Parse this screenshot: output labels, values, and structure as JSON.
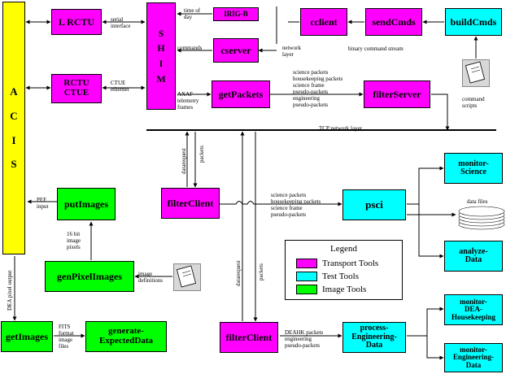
{
  "acis": {
    "letters": [
      "A",
      "C",
      "I",
      "S"
    ]
  },
  "shim": {
    "letters": [
      "S",
      "H",
      "I",
      "M"
    ]
  },
  "boxes": {
    "lrctu": "L RCTU",
    "rctu_ctue": "RCTU\nCTUE",
    "irig_b": "IRIG-B",
    "cserver": "cserver",
    "get_packets": "getPackets",
    "cclient": "cclient",
    "send_cmds": "sendCmds",
    "build_cmds": "buildCmds",
    "filter_server": "filterServer",
    "filter_client_top": "filterClient",
    "filter_client_bottom": "filterClient",
    "psci": "psci",
    "monitor_science": "monitor-\nScience",
    "analyze_data": "analyze-\nData",
    "put_images": "putImages",
    "gen_pixel_images": "genPixelImages",
    "get_images": "getImages",
    "generate_expected_data": "generate-\nExpectedData",
    "process_engineering_data": "process-\nEngineering-\nData",
    "monitor_dea_housekeeping": "monitor-\nDEA-\nHousekeeping",
    "monitor_engineering_data": "monitor-\nEngineering-\nData"
  },
  "labels": {
    "serial_interface": "serial\ninterface",
    "ctue_ethernet": "CTUE\nethernet",
    "time_of_day": "time of\nday",
    "commands": "commands",
    "axaf_frames": "AXAF\ntelemetry\nframes",
    "network_layer": "network\nlayer",
    "binary_command_stream": "binary command stream",
    "packets_list_top": "science packets\nhousekeeping packets\nscience frame\npseudo-packets\nengineering\npseudo-packets",
    "command_scripts": "command\nscripts",
    "tcp_network_layer": "TCP network layer",
    "datarequest_top": "datarequest",
    "packets_top": "packets",
    "pef_input": "PEF\ninput",
    "packets_list_psci": "science packets\nhousekeeping packets\nscience frame\npseudo-packets",
    "data_files": "data files",
    "image_pixels": "16 bit\nimage\npixels",
    "image_definitions": "image\ndefinitions",
    "dea_pixel_output": "DEA pixel output",
    "datarequest_bottom": "datarequest",
    "packets_bottom": "packets",
    "fits_files": "FITS\nformat\nimage\nfiles",
    "deahk_packets": "DEAHK packets\nengineering\npseudo-packets"
  },
  "legend": {
    "title": "Legend",
    "items": [
      {
        "label": "Transport Tools",
        "color": "#ff00ff"
      },
      {
        "label": "Test Tools",
        "color": "#00ffff"
      },
      {
        "label": "Image Tools",
        "color": "#00ff00"
      }
    ]
  },
  "colors": {
    "transport": "#ff00ff",
    "test": "#00ffff",
    "image": "#00ff00",
    "acis": "#ffff00"
  }
}
